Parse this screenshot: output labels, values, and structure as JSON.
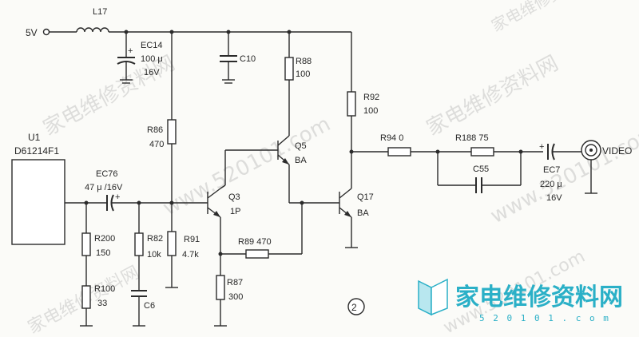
{
  "labels": {
    "v5": "5V",
    "l17": "L17",
    "ec14": "EC14",
    "ec14_val": "100 μ",
    "ec14_v": "16V",
    "c10": "C10",
    "r88": "R88",
    "r88_val": "100",
    "r92": "R92",
    "r92_val": "100",
    "r86": "R86",
    "r86_val": "470",
    "q5": "Q5",
    "q5_type": "BA",
    "u1": "U1",
    "u1_part": "D61214F1",
    "ec76": "EC76",
    "ec76_val": "47 μ /16V",
    "q3": "Q3",
    "q3_type": "1P",
    "r200": "R200",
    "r200_val": "150",
    "r82": "R82",
    "r82_val": "10k",
    "r91": "R91",
    "r91_val": "4.7k",
    "r89": "R89 470",
    "r100": "R100",
    "r100_val": "33",
    "c6": "C6",
    "r87": "R87",
    "r87_val": "300",
    "q17": "Q17",
    "q17_type": "BA",
    "r94": "R94 0",
    "r188": "R188 75",
    "c55": "C55",
    "ec7": "EC7",
    "ec7_val": "220 μ",
    "ec7_v": "16V",
    "video": "VIDEO",
    "fig_num": "②"
  },
  "watermark": {
    "text": "家电维修资料网",
    "url": "www.520101.com",
    "logo_text": "家电维修资料网",
    "logo_sub": "5 2 0 1 0 1 . c o m"
  }
}
